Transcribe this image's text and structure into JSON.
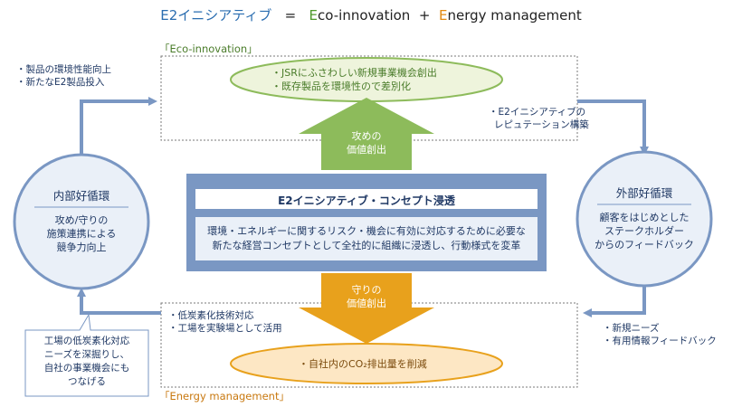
{
  "title": {
    "e2_word": "E2イニシアティブ",
    "equals": "=",
    "e1_letter": "E",
    "e1_rest": "co-innovation",
    "plus": "+",
    "e2_letter": "E",
    "e2_rest": "nergy management"
  },
  "eco_frame": {
    "label": "「Eco-innovation」",
    "ellipse_lines": [
      "・JSRにふさわしい新規事業機会創出",
      "・既存製品を環境性ので差別化"
    ]
  },
  "energy_frame": {
    "label": "「Energy management」",
    "ellipse_text": "・自社内のCO₂排出量を削減",
    "left_notes": [
      "・低炭素化技術対応",
      "・工場を実験場として活用"
    ]
  },
  "left_top_notes": [
    "・製品の環境性能向上",
    "・新たなE2製品投入"
  ],
  "right_top_notes": [
    "・E2イニシアティブの",
    "レピュテーション構築"
  ],
  "right_bottom_notes": [
    "・新規ニーズ",
    "・有用情報フィードバック"
  ],
  "attack_arrow": {
    "lines": [
      "攻めの",
      "価値創出"
    ]
  },
  "defense_arrow": {
    "lines": [
      "守りの",
      "価値創出"
    ]
  },
  "internal_circle": {
    "title": "内部好循環",
    "body": [
      "攻め/守りの",
      "施策連携による",
      "競争力向上"
    ]
  },
  "external_circle": {
    "title": "外部好循環",
    "body": [
      "顧客をはじめとした",
      "ステークホルダー",
      "からのフィードバック"
    ]
  },
  "center_box": {
    "heading": "E2イニシアティブ・コンセプト浸透",
    "body": [
      "環境・エネルギーに関するリスク・機会に有効に対応するために必要な",
      "新たな経営コンセプトとして全社的に組織に浸透し、行動様式を変革"
    ]
  },
  "callout": {
    "lines": [
      "工場の低炭素化対応",
      "ニーズを深掘りし、",
      "自社の事業機会にも",
      "つなげる"
    ]
  },
  "colors": {
    "green": "#8dbb5b",
    "orange": "#e8a11c",
    "blue_box": "#7a97c3",
    "loop_line": "#7a97c3",
    "ellipse_green_fill": "#eef4dc",
    "ellipse_orange_fill": "#fde7c4"
  }
}
